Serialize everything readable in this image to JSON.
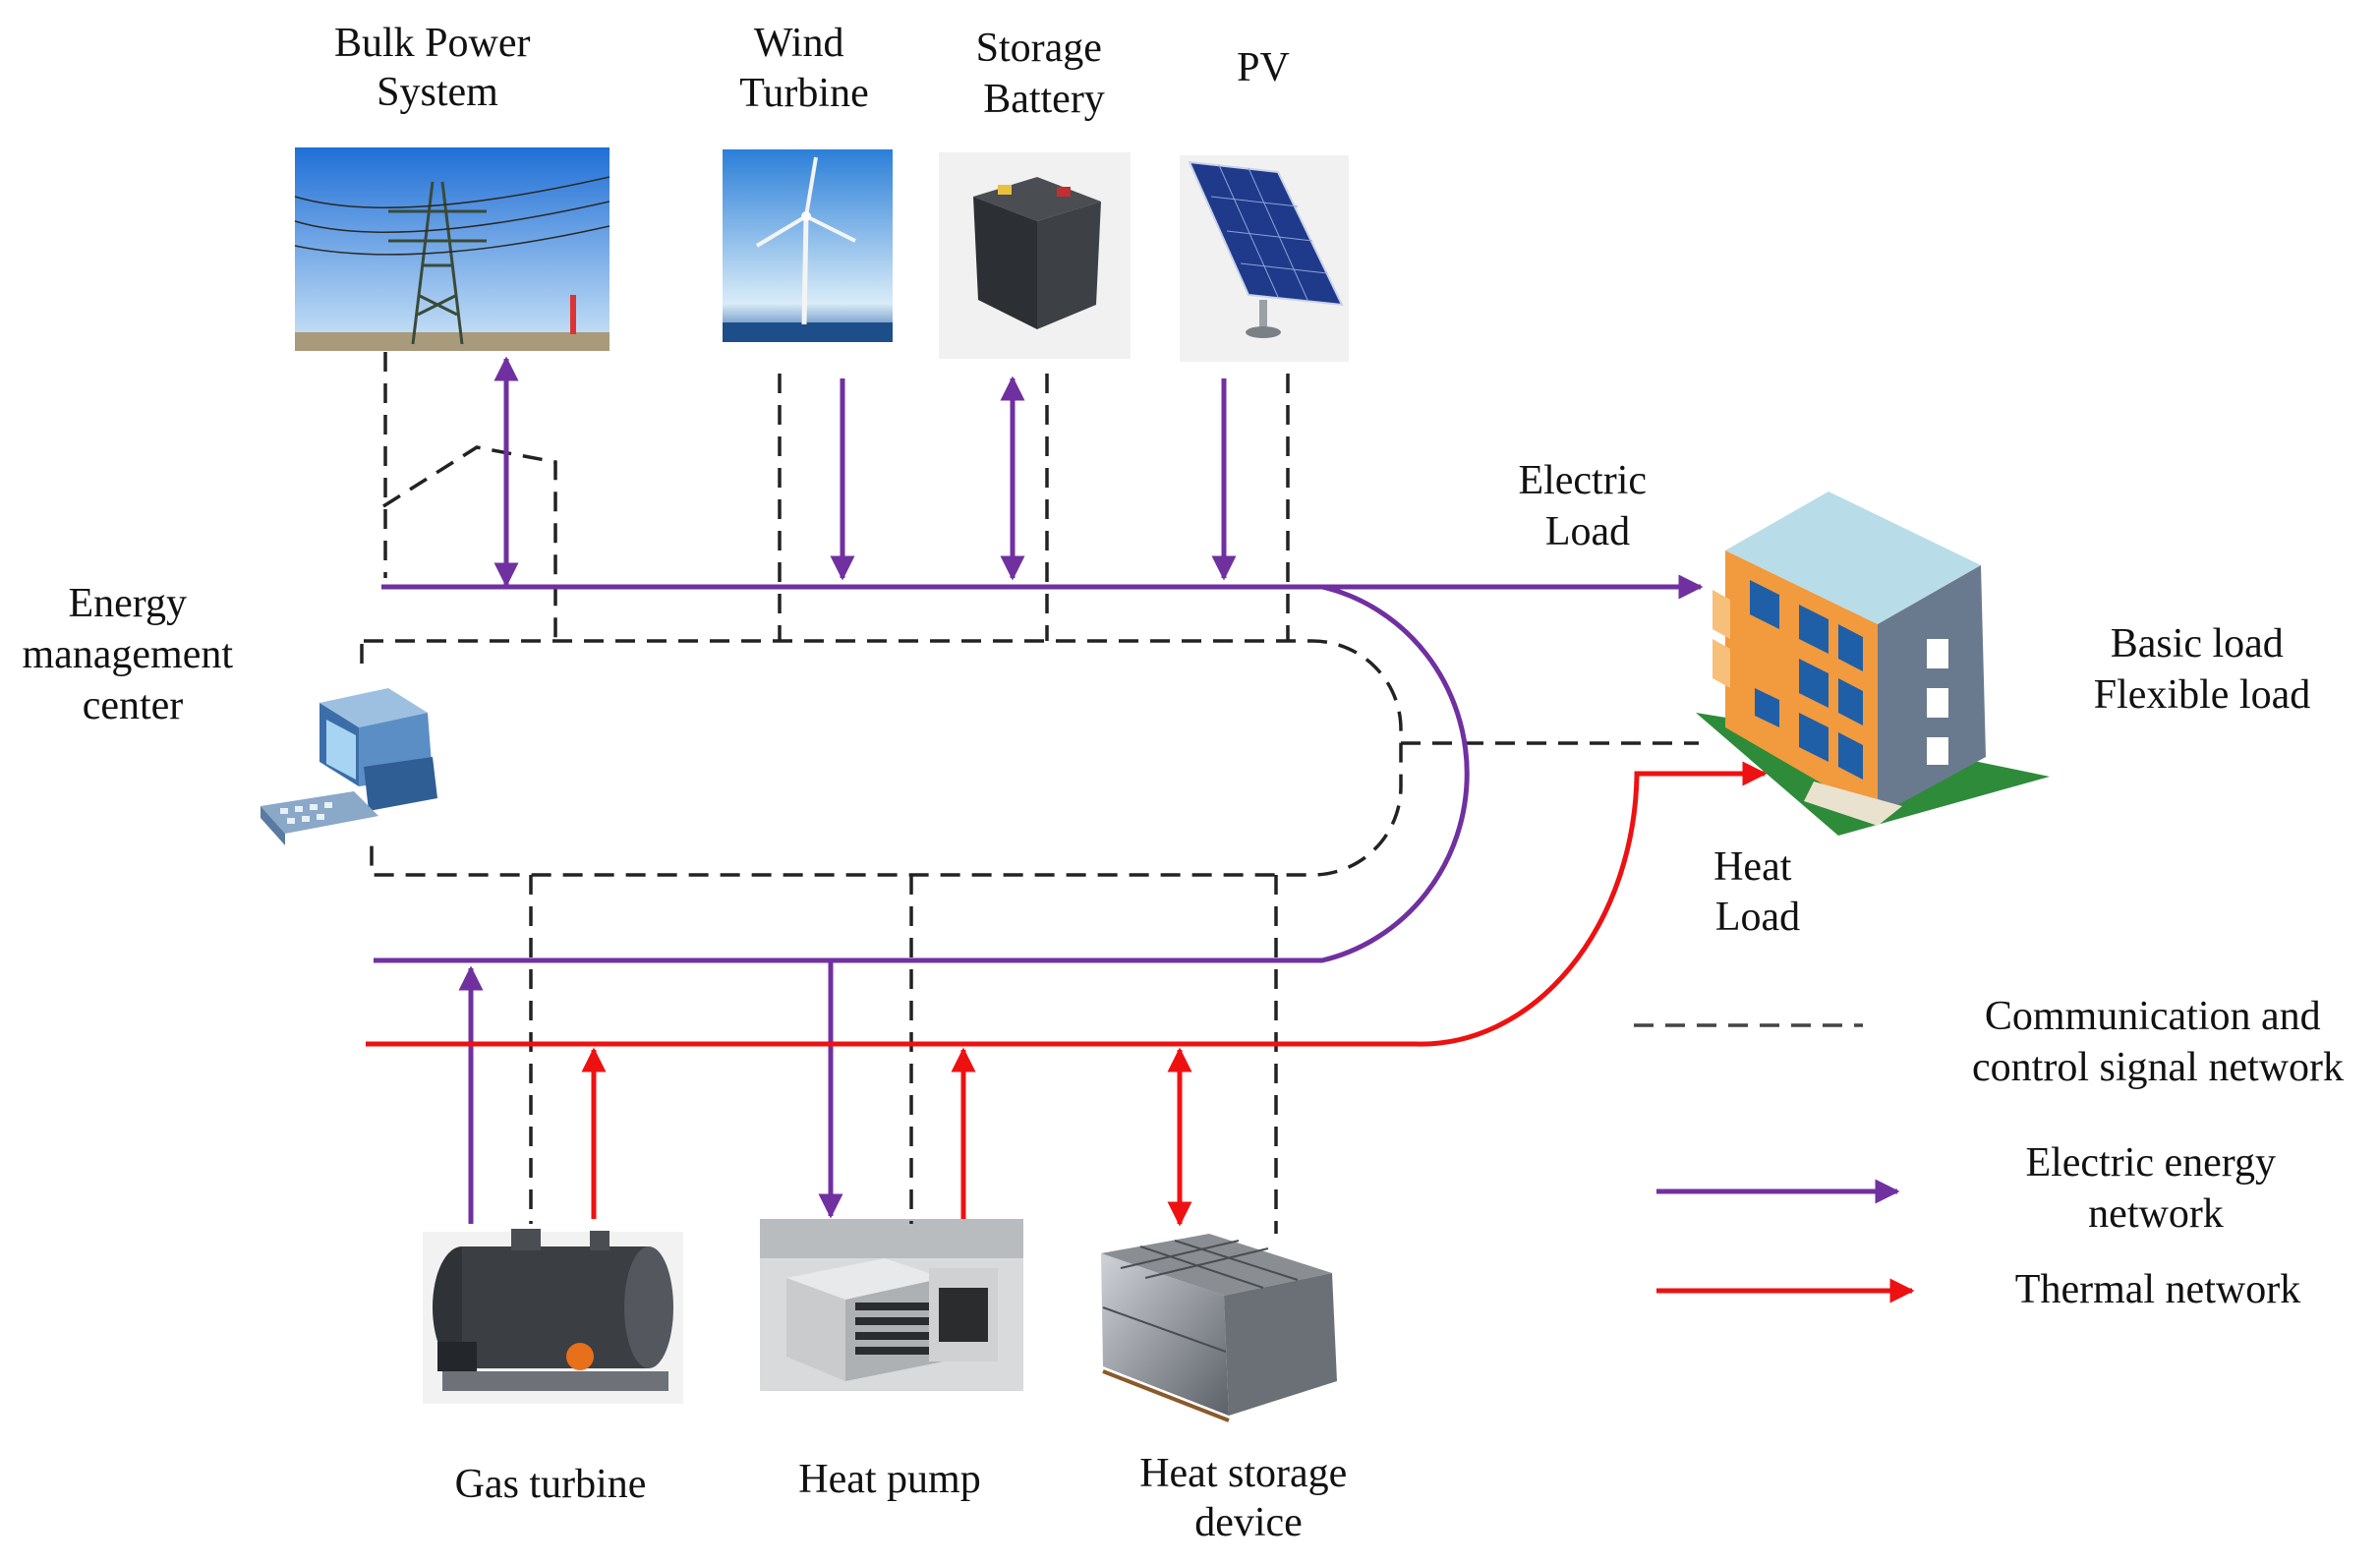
{
  "components": {
    "bulk_power": {
      "line1": "Bulk Power",
      "line2": "System"
    },
    "wind": {
      "line1": "Wind",
      "line2": "Turbine"
    },
    "storage": {
      "line1": "Storage",
      "line2": "Battery"
    },
    "pv": {
      "line1": "PV"
    },
    "emc": {
      "line1": "Energy",
      "line2": "management",
      "line3": "center"
    },
    "electric_load": {
      "line1": "Electric",
      "line2": "Load"
    },
    "heat_load": {
      "line1": "Heat",
      "line2": "Load"
    },
    "building_load": {
      "line1": "Basic load",
      "line2": "Flexible load"
    },
    "gas_turbine": {
      "line1": "Gas turbine"
    },
    "heat_pump": {
      "line1": "Heat pump"
    },
    "heat_storage": {
      "line1": "Heat storage",
      "line2": "device"
    }
  },
  "legend": {
    "comm": {
      "line1": "Communication and",
      "line2": "control signal network"
    },
    "electric": {
      "line1": "Electric energy",
      "line2": "network"
    },
    "thermal": {
      "line1": "Thermal network"
    }
  },
  "colors": {
    "electric": "#7030a0",
    "thermal": "#ee1111",
    "comm": "#222222"
  }
}
